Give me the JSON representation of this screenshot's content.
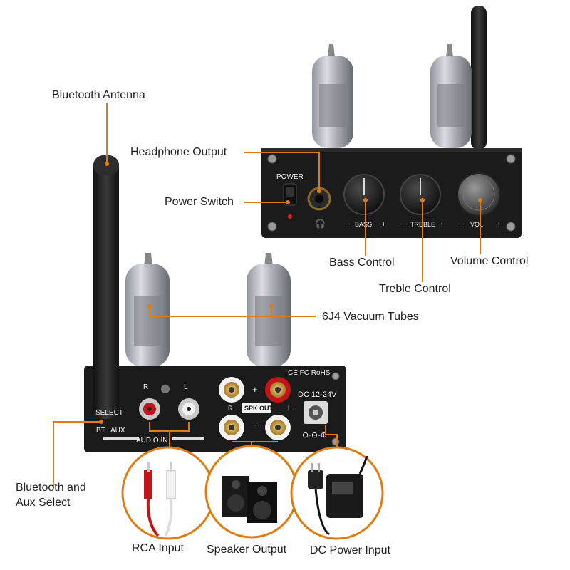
{
  "labels": {
    "bluetooth_antenna": "Bluetooth Antenna",
    "headphone_output": "Headphone Output",
    "power_switch": "Power Switch",
    "bass_control": "Bass Control",
    "volume_control": "Volume Control",
    "treble_control": "Treble Control",
    "vacuum_tubes": "6J4 Vacuum Tubes",
    "bluetooth_aux_select_line1": "Bluetooth and",
    "bluetooth_aux_select_line2": "Aux Select",
    "rca_input": "RCA Input",
    "speaker_output": "Speaker Output",
    "dc_power_input": "DC Power Input"
  },
  "front_panel": {
    "power": "POWER",
    "bass": "BASS",
    "treble": "TREBLE",
    "vol": "VOL",
    "minus": "−",
    "plus": "+"
  },
  "rear_panel": {
    "r": "R",
    "l": "L",
    "select": "SELECT",
    "bt": "BT",
    "aux": "AUX",
    "audio_in": "AUDIO IN",
    "spk_out": "SPK OUT",
    "plus": "+",
    "minus": "−",
    "dc": "DC 12-24V",
    "cert": "CE FC RoHS",
    "spk_r": "R",
    "spk_l": "L"
  },
  "colors": {
    "accent": "#e07b10",
    "chassis": "#1b1b1b",
    "label_text": "#222222"
  }
}
